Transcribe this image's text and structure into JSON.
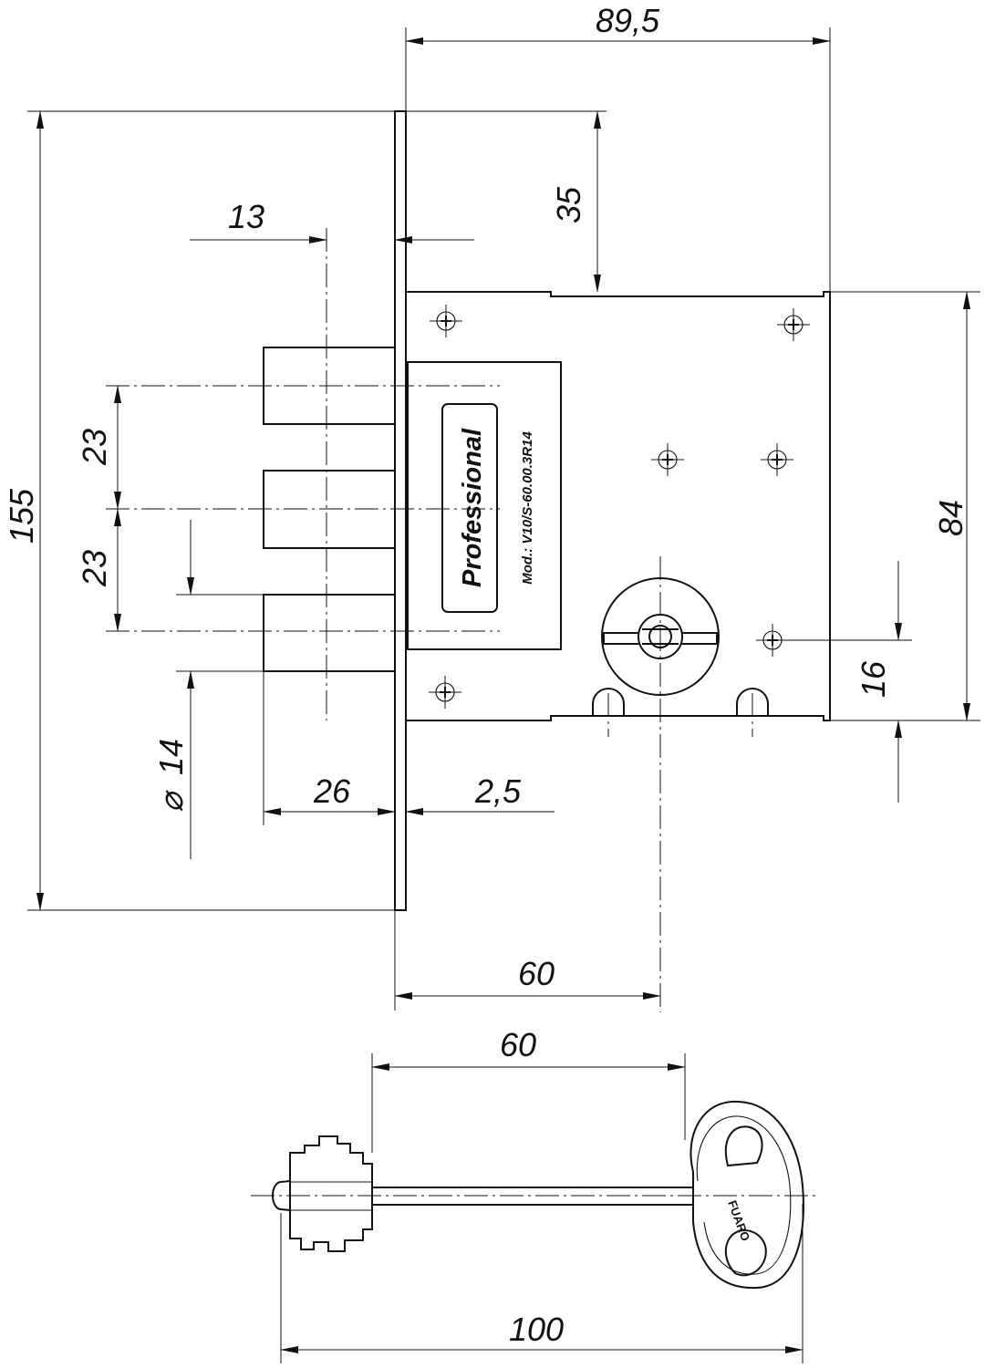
{
  "dimensions": {
    "overall_depth": "89,5",
    "backset_top": "35",
    "bolt_projection": "13",
    "height": "155",
    "bolt_pitch_upper": "23",
    "bolt_pitch_lower": "23",
    "bolt_diameter": "14",
    "bolt_length": "26",
    "faceplate_thickness": "2,5",
    "backset": "60",
    "case_height": "84",
    "keyhole_offset": "16",
    "key_blade_length": "60",
    "key_total_length": "100"
  },
  "labels": {
    "brand": "Professional",
    "model": "Mod.: V10/S-60.00.3R14",
    "key_brand": "FUARO"
  },
  "symbols": {
    "diameter": "⌀"
  }
}
